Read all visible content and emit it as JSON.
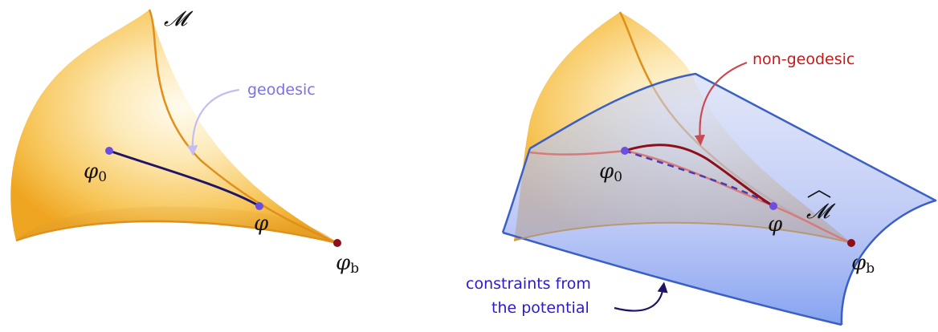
{
  "left_panel": {
    "manifold_label": "𝓜",
    "annotation": "geodesic",
    "points": {
      "start": "φ",
      "start_sub": "0",
      "end": "φ",
      "boundary": "φ",
      "boundary_sub": "b"
    }
  },
  "right_panel": {
    "annotation_top": "non-geodesic",
    "manifold_hat_label": "𝓜",
    "annotation_bottom_line1": "constraints from",
    "annotation_bottom_line2": "the potential",
    "points": {
      "start": "φ",
      "start_sub": "0",
      "end": "φ",
      "boundary": "φ",
      "boundary_sub": "b"
    }
  },
  "colors": {
    "manifold_fill": "#f5b73a",
    "manifold_edge": "#e0901a",
    "plane_fill": "#7f9ef0",
    "plane_edge": "#3b5fc4",
    "geodesic": "#1f1466",
    "non_geodesic": "#8c0f1a",
    "geodesic_label": "#7a72e6",
    "non_geodesic_label": "#c41a1a",
    "constraint_label": "#2a1ad0",
    "point_start": "#6a4fe0",
    "point_boundary": "#8c0f1a"
  }
}
